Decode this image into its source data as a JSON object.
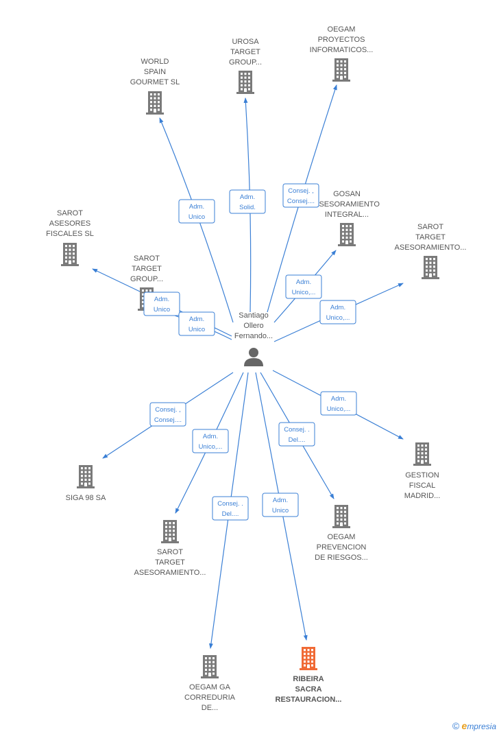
{
  "center": {
    "label": [
      "Santiago",
      "Ollero",
      "Fernando..."
    ],
    "icon": "person-icon"
  },
  "colors": {
    "edge": "#3a7fd5",
    "company": "#7a7a7a",
    "highlight": "#f06a35",
    "center": "#666666"
  },
  "companies": [
    {
      "id": "world-spain",
      "label": [
        "WORLD",
        "SPAIN",
        "GOURMET SL"
      ],
      "role": [
        "Adm.",
        "Unico"
      ],
      "highlight": false
    },
    {
      "id": "urosa",
      "label": [
        "UROSA",
        "TARGET",
        "GROUP..."
      ],
      "role": [
        "Adm.",
        "Solid."
      ],
      "highlight": false
    },
    {
      "id": "oegam-proyectos",
      "label": [
        "OEGAM",
        "PROYECTOS",
        "INFORMATICOS..."
      ],
      "role": [
        "Consej. ,",
        "Consej...."
      ],
      "highlight": false
    },
    {
      "id": "gosan",
      "label": [
        "GOSAN",
        "ASESORAMIENTO",
        "INTEGRAL..."
      ],
      "role": [
        "Adm.",
        "Unico,..."
      ],
      "highlight": false
    },
    {
      "id": "sarot-target-right",
      "label": [
        "SAROT",
        "TARGET",
        "ASESORAMIENTO..."
      ],
      "role": [
        "Adm.",
        "Unico,..."
      ],
      "highlight": false
    },
    {
      "id": "sarot-asesores",
      "label": [
        "SAROT",
        "ASESORES",
        "FISCALES SL"
      ],
      "role": [
        "Adm.",
        "Unico"
      ],
      "highlight": false
    },
    {
      "id": "sarot-target-group",
      "label": [
        "SAROT",
        "TARGET",
        "GROUP..."
      ],
      "role": [
        "Adm.",
        "Unico"
      ],
      "highlight": false
    },
    {
      "id": "siga98",
      "label": [
        "SIGA 98 SA"
      ],
      "role": [
        "Consej. ,",
        "Consej...."
      ],
      "highlight": false
    },
    {
      "id": "sarot-target-bottom",
      "label": [
        "SAROT",
        "TARGET",
        "ASESORAMIENTO..."
      ],
      "role": [
        "Adm.",
        "Unico,..."
      ],
      "highlight": false
    },
    {
      "id": "oegam-ga",
      "label": [
        "OEGAM GA",
        "CORREDURIA",
        "DE..."
      ],
      "role": [
        "Consej. .",
        "Del...."
      ],
      "highlight": false
    },
    {
      "id": "ribeira",
      "label": [
        "RIBEIRA",
        "SACRA",
        "RESTAURACION..."
      ],
      "role": [
        "Adm.",
        "Unico"
      ],
      "highlight": true
    },
    {
      "id": "oegam-prevencion",
      "label": [
        "OEGAM",
        "PREVENCION",
        "DE RIESGOS..."
      ],
      "role": [
        "Consej. .",
        "Del...."
      ],
      "highlight": false
    },
    {
      "id": "gestion-fiscal",
      "label": [
        "GESTION",
        "FISCAL",
        "MADRID..."
      ],
      "role": [
        "Adm.",
        "Unico,..."
      ],
      "highlight": false
    }
  ],
  "footer": {
    "copyright": "©",
    "brand_initial": "e",
    "brand_rest": "mpresia"
  }
}
